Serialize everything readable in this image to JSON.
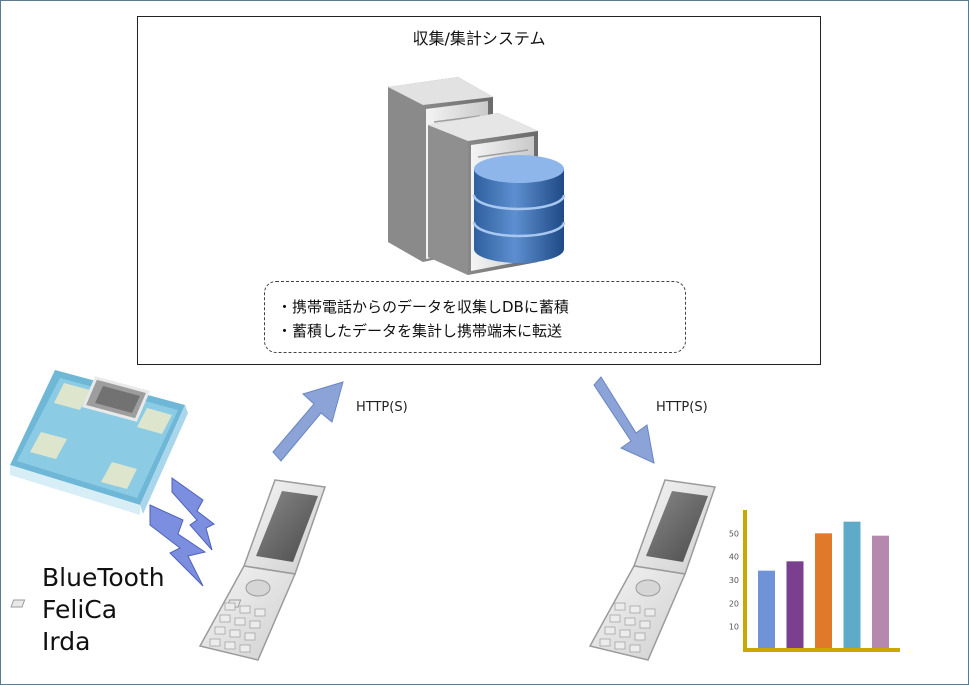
{
  "system": {
    "title": "収集/集計システム",
    "notes": [
      "・携帯電話からのデータを収集しDBに蓄積",
      "・蓄積したデータを集計し携帯端末に転送"
    ]
  },
  "upload_protocol": "HTTP(S)",
  "download_protocol": "HTTP(S)",
  "wireless": [
    "BlueTooth",
    "FeliCa",
    "Irda"
  ],
  "chart_data": {
    "type": "bar",
    "categories": [
      "",
      "",
      "",
      "",
      ""
    ],
    "values": [
      34,
      38,
      50,
      55,
      49
    ],
    "colors": [
      "#6f93d6",
      "#7a3f8f",
      "#e07a2a",
      "#5fa9c9",
      "#b489ad"
    ],
    "yticks": [
      10,
      20,
      30,
      40,
      50
    ],
    "ylim": [
      0,
      60
    ],
    "axis_color": "#c8a900"
  },
  "icons": [
    "server-icon",
    "database-icon",
    "scale-icon",
    "lightning-icon",
    "mobile-phone-icon",
    "arrow-icon"
  ]
}
